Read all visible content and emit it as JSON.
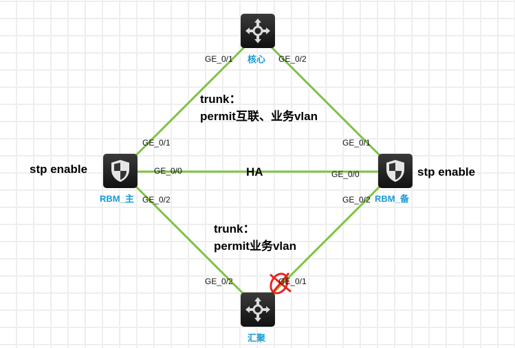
{
  "colors": {
    "link": "#7dc242",
    "device_label": "#1a9ad6",
    "mark": "#e8231d"
  },
  "devices": {
    "core": {
      "label": "核心",
      "icon": "switch-icon"
    },
    "rbm_main": {
      "label": "RBM_主",
      "icon": "firewall-shield-icon"
    },
    "rbm_backup": {
      "label": "RBM_备",
      "icon": "firewall-shield-icon"
    },
    "aggregation": {
      "label": "汇聚",
      "icon": "switch-icon"
    }
  },
  "ports": {
    "core_left": "GE_0/1",
    "core_right": "GE_0/2",
    "main_top": "GE_0/1",
    "main_ha": "GE_0/0",
    "main_bottom": "GE_0/2",
    "backup_top": "GE_0/1",
    "backup_ha": "GE_0/0",
    "backup_bottom": "GE_0/2",
    "agg_left": "GE_0/2",
    "agg_right": "GE_0/1"
  },
  "annotations": {
    "top_trunk": "trunk：",
    "top_permit": "permit互联、业务vlan",
    "ha": "HA",
    "bottom_trunk": "trunk：",
    "bottom_permit": "permit业务vlan",
    "stp_left": "stp enable",
    "stp_right": "stp enable"
  }
}
